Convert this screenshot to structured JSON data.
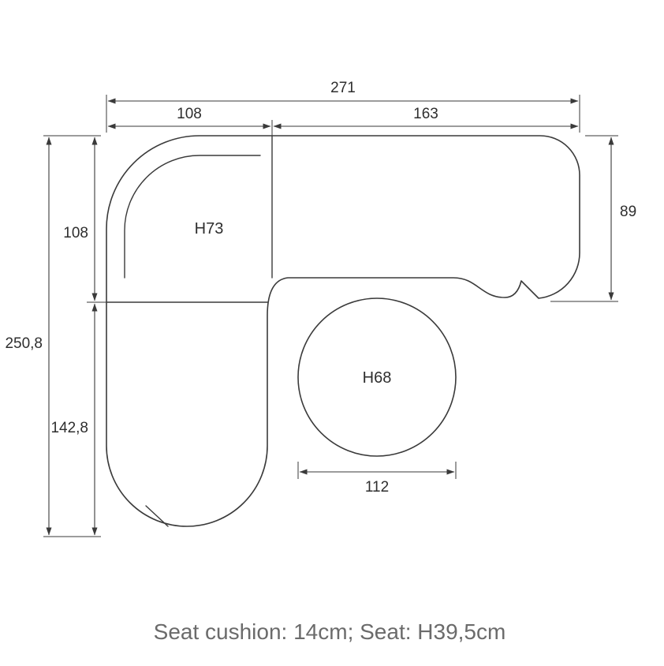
{
  "diagram": {
    "title": "sofa-top-view-dimension-drawing",
    "dimensions": {
      "total_width": "271",
      "corner_section_width": "108",
      "right_section_width": "163",
      "total_depth": "250,8",
      "corner_section_depth": "108",
      "chaise_section_depth": "142,8",
      "right_arm_depth": "89",
      "pouf_diameter": "112"
    },
    "part_labels": {
      "corner_module_height": "H73",
      "pouf_height": "H68"
    },
    "footer": {
      "note": "Seat cushion: 14cm; Seat: H39,5cm"
    },
    "colors": {
      "line": "#3a3a3a",
      "dimension_text": "#2e2e2e",
      "footer_text": "#6b6b6b",
      "background": "#ffffff"
    }
  }
}
